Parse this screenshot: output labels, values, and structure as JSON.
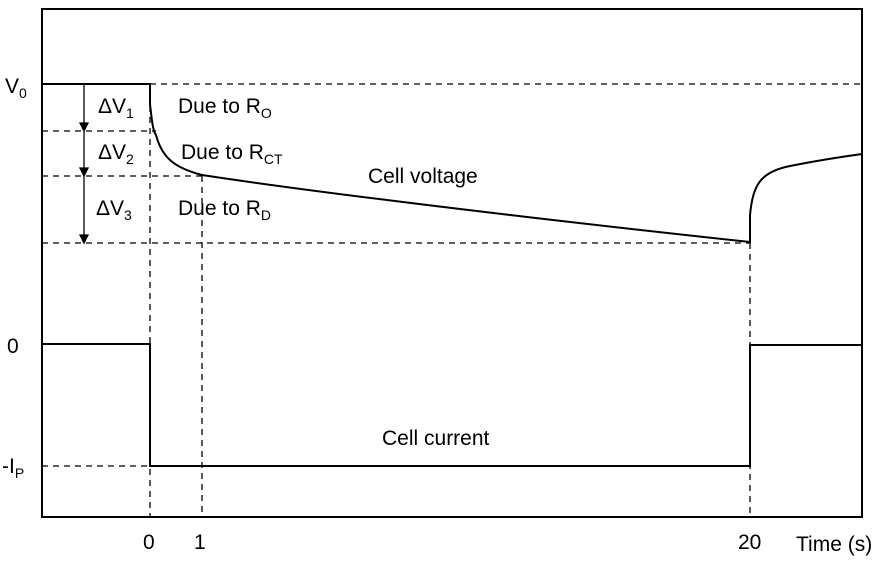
{
  "y_labels": {
    "v0": "V",
    "v0_sub": "0",
    "zero": "0",
    "ip": "-I",
    "ip_sub": "P"
  },
  "x_labels": {
    "t0": "0",
    "t1": "1",
    "t20": "20",
    "axis": "Time (s)"
  },
  "deltas": [
    {
      "symbol": "ΔV",
      "sub": "1",
      "reason": "Due to R",
      "reason_sub": "O"
    },
    {
      "symbol": "ΔV",
      "sub": "2",
      "reason": "Due to R",
      "reason_sub": "CT"
    },
    {
      "symbol": "ΔV",
      "sub": "3",
      "reason": "Due to R",
      "reason_sub": "D"
    }
  ],
  "curves": {
    "voltage_label": "Cell voltage",
    "current_label": "Cell current"
  },
  "colors": {
    "line": "#000000",
    "background": "#ffffff"
  }
}
